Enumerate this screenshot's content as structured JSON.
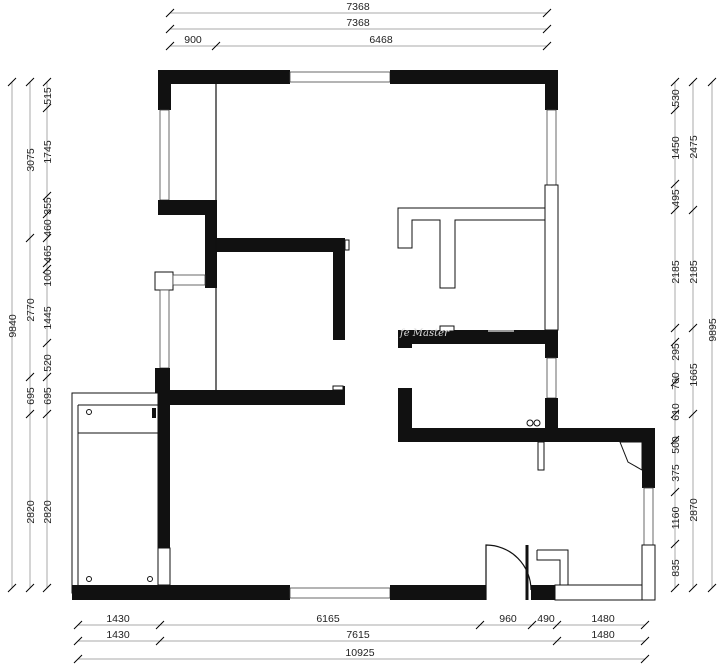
{
  "top_dims": {
    "row1": [
      "7368"
    ],
    "row2": [
      "7368"
    ],
    "row3": [
      "900",
      "6468"
    ]
  },
  "bottom_dims": {
    "row1": [
      "1430",
      "6165",
      "960",
      "490",
      "1480"
    ],
    "row2": [
      "1430",
      "7615",
      "1480"
    ],
    "row3": [
      "10925"
    ]
  },
  "left_dims": {
    "outer": [
      "9840"
    ],
    "middle": [
      "3075",
      "2770",
      "695",
      "2820"
    ],
    "inner": [
      "515",
      "1745",
      "355",
      "460",
      "465",
      "100",
      "1445",
      "520",
      "695",
      "2820"
    ]
  },
  "right_dims": {
    "inner": [
      "530",
      "1450",
      "495",
      "2185",
      "295",
      "760",
      "610",
      "500",
      "375",
      "1160",
      "835"
    ],
    "middle": [
      "2475",
      "2185",
      "1665",
      "2870"
    ],
    "outer": [
      "9895"
    ]
  },
  "watermark": "fe Master"
}
